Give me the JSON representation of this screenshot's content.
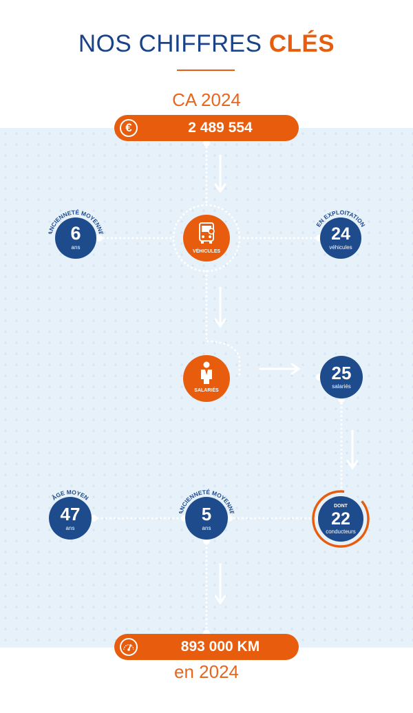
{
  "title": {
    "main": "NOS CHIFFRES",
    "accent": "CLÉS"
  },
  "revenue": {
    "label": "CA 2024",
    "value": "2 489 554",
    "icon": "euro-icon",
    "icon_glyph": "€"
  },
  "vehicles": {
    "label": "VÉHICULES",
    "icon": "bus-icon",
    "age": {
      "caption": "ANCIENNETÉ MOYENNE",
      "value": "6",
      "unit": "ans"
    },
    "operating": {
      "caption": "EN EXPLOITATION",
      "value": "24",
      "unit": "véhicules"
    }
  },
  "employees": {
    "label": "SALARIÉS",
    "icon": "person-icon",
    "total": {
      "value": "25",
      "unit": "salariés"
    },
    "drivers": {
      "prefix": "DONT",
      "value": "22",
      "unit": "conducteurs",
      "share": 0.88
    },
    "avg_age": {
      "caption": "ÂGE MOYEN",
      "value": "47",
      "unit": "ans"
    },
    "seniority": {
      "caption": "ANCIENNETÉ MOYENNE",
      "value": "5",
      "unit": "ans"
    }
  },
  "distance": {
    "value": "893 000 KM",
    "label": "en 2024",
    "icon": "speedometer-icon"
  },
  "colors": {
    "navy": "#1e4b8c",
    "orange": "#e85c0d",
    "background_band": "#e7f1fa"
  }
}
